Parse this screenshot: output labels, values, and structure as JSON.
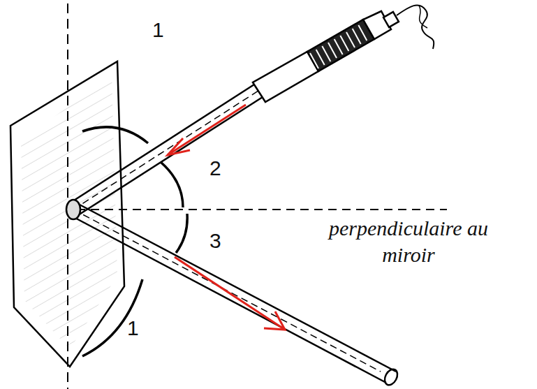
{
  "diagram": {
    "labels": [
      "1",
      "2",
      "perpendiculaire au miroir",
      "3",
      "1"
    ]
  }
}
